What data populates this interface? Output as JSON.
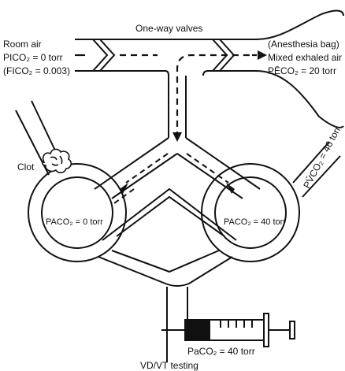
{
  "labels": {
    "one_way_valves": "One-way valves",
    "room_air": "Room air",
    "pico2": "PICO₂ = 0 torr",
    "fico2": "(FICO₂ = 0.003)",
    "anesthesia_bag": "(Anesthesia bag)",
    "mixed_exhaled_air": "Mixed exhaled air",
    "peco2": "PĒCO₂ = 20 torr",
    "clot": "Clot",
    "pvco2": "PV̄CO₂ = 46 torr",
    "paco2_left": "PACO₂ = 0 torr",
    "paco2_right": "PACO₂ = 40 torr",
    "paco2_syringe": "PaCO₂ = 40 torr",
    "vd_vt": "VD/VT testing"
  },
  "colors": {
    "line": "#111111",
    "background": "#ffffff",
    "clot": "#ffffff"
  },
  "icons": {
    "clot": "clot-icon",
    "syringe": "syringe-icon",
    "valve": "one-way-valve-icon",
    "arrow": "flow-arrow-icon"
  }
}
